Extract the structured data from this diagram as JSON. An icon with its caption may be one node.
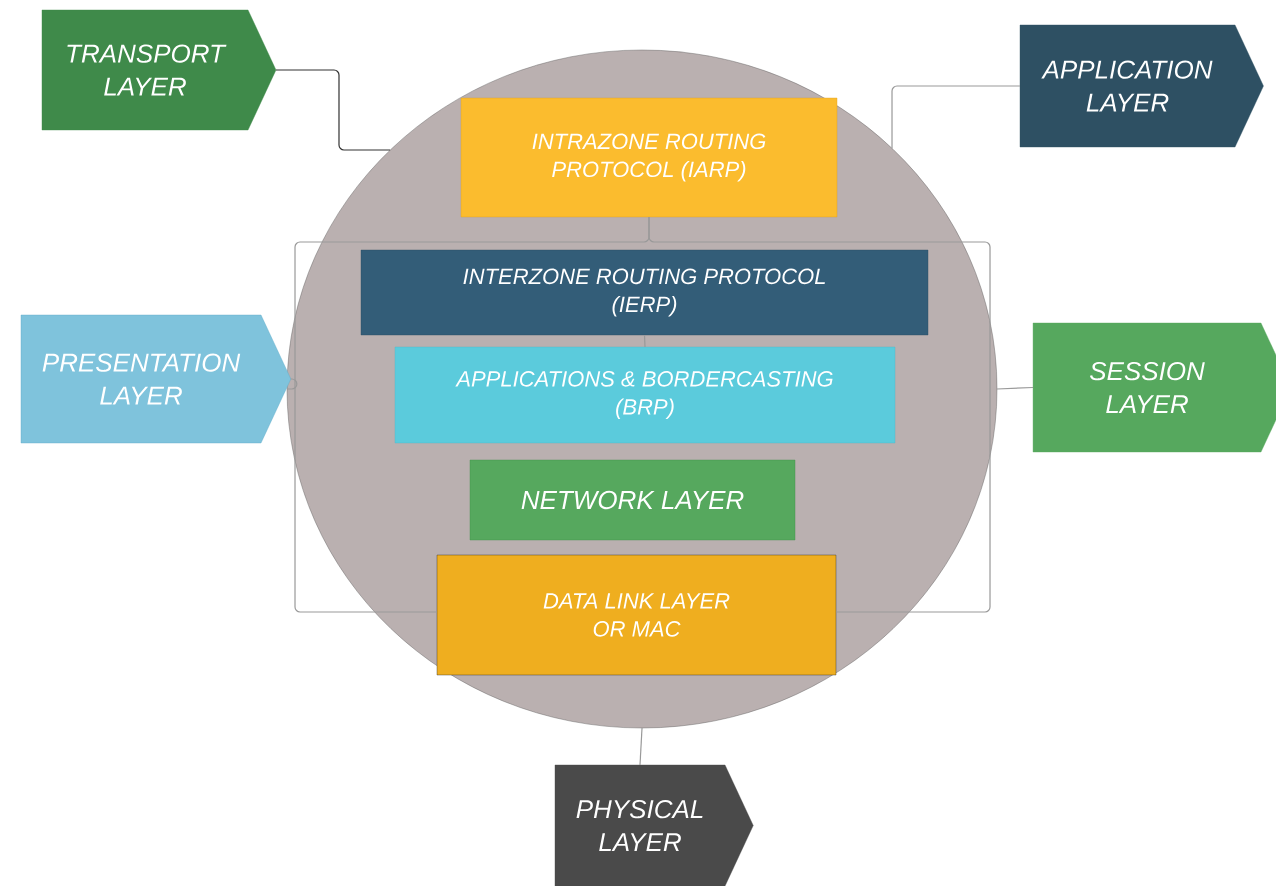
{
  "diagram": {
    "nodes": [
      {
        "text": [],
        "shape": "circle"
      },
      {
        "text": [
          "INTRAZONE ROUTING PROTOCOL (IARP)"
        ],
        "in": 0
      },
      {
        "text": [
          "INTERZONE ROUTING PROTOCOL (IERP)"
        ],
        "in": 0
      },
      {
        "text": [
          "APPLICATIONS & BORDERCASTING (BRP)"
        ],
        "in": 0
      },
      {
        "text": [
          "NETWORK LAYER"
        ],
        "in": 0
      },
      {
        "text": [
          "DATA LINK LAYER OR MAC"
        ],
        "in": 0
      },
      {
        "text": [
          "TRANSPORT LAYER"
        ]
      },
      {
        "text": [
          "APPLICATION LAYER"
        ]
      },
      {
        "text": [
          "PRESENTATION LAYER"
        ]
      },
      {
        "text": [
          "SESSION LAYER"
        ]
      },
      {
        "text": [
          "PHYSICAL LAYER"
        ]
      }
    ],
    "edges": [
      {
        "from": 6,
        "to": 0,
        "arrow": "none",
        "color": "#333333"
      },
      {
        "from": 7,
        "to": 0,
        "arrow": "none"
      },
      {
        "from": 8,
        "to": 0,
        "arrow": "none"
      },
      {
        "from": 9,
        "to": 0,
        "arrow": "none"
      },
      {
        "from": 10,
        "to": 0,
        "arrow": "none"
      },
      {
        "from": 1,
        "to": 5,
        "arrow": "none"
      },
      {
        "from": 1,
        "to": 5,
        "arrow": "none"
      },
      {
        "from": 2,
        "to": 3,
        "arrow": "none"
      }
    ]
  }
}
